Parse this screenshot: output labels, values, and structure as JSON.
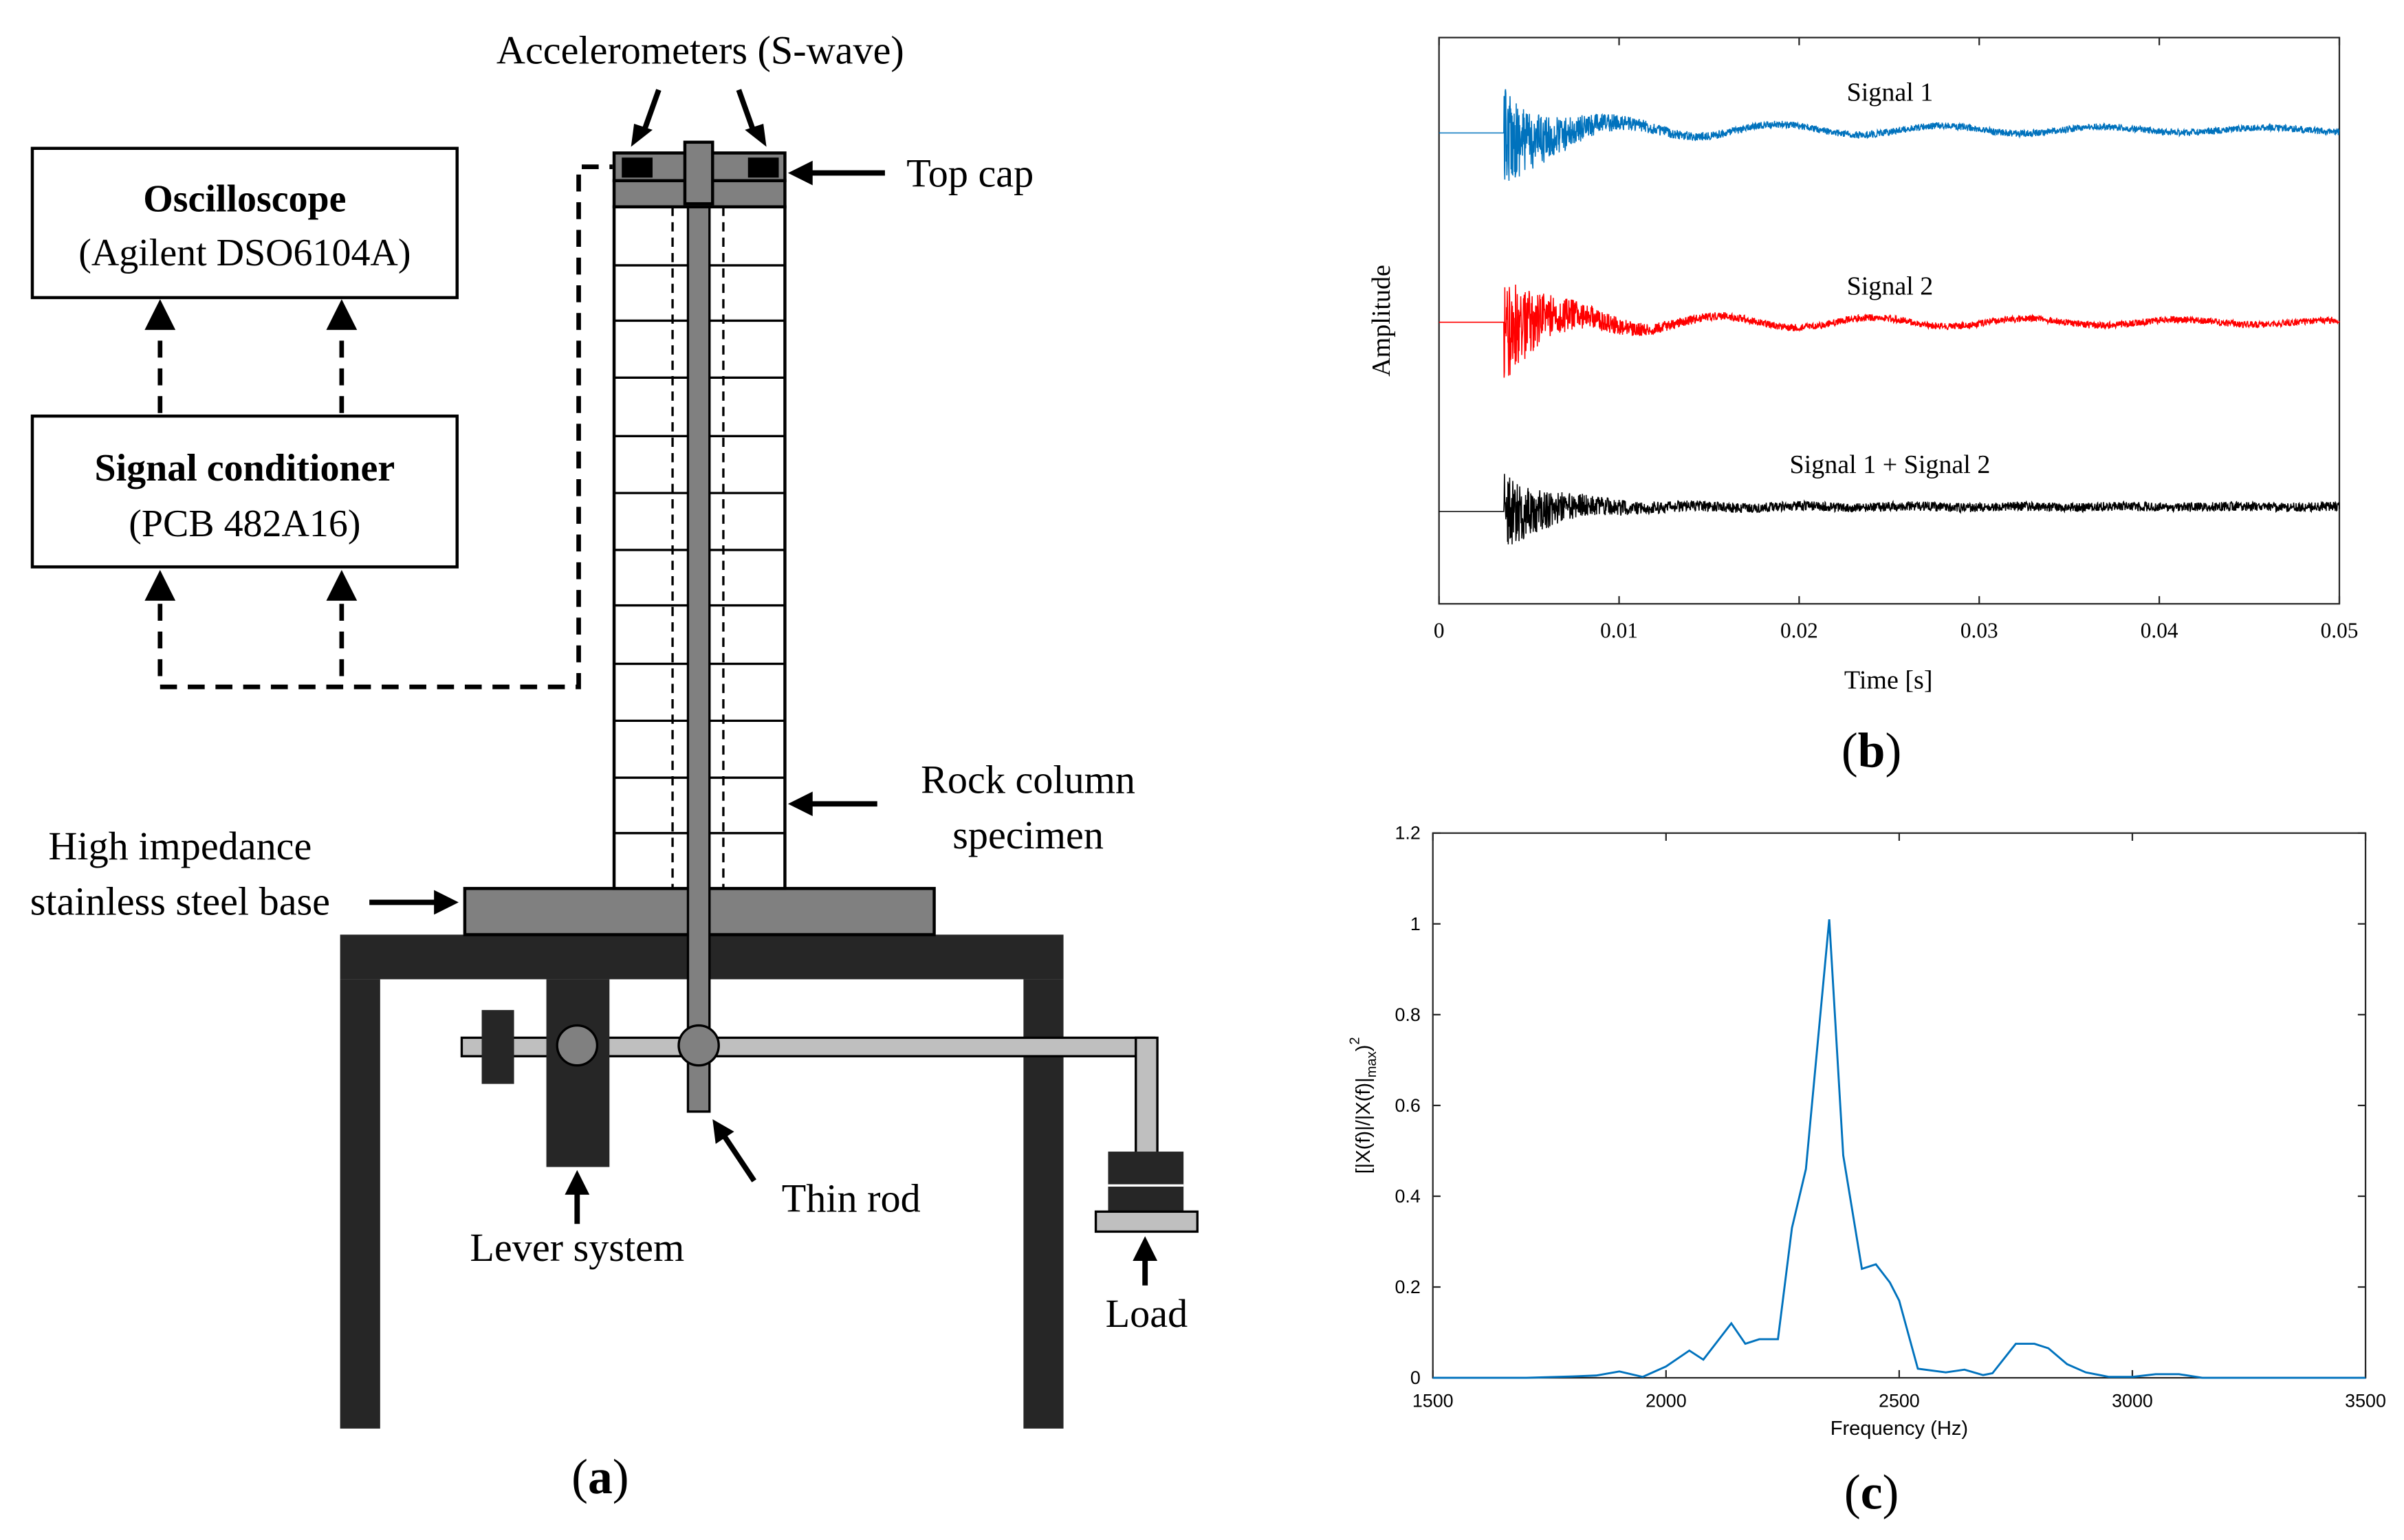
{
  "panel_a": {
    "label_open": "(",
    "label_letter": "a",
    "label_close": ")",
    "oscilloscope_title": "Oscilloscope",
    "oscilloscope_model": "(Agilent DSO6104A)",
    "conditioner_title": "Signal conditioner",
    "conditioner_model": "(PCB 482A16)",
    "accelerometers": "Accelerometers (S-wave)",
    "top_cap": "Top cap",
    "rock_column_line1": "Rock column",
    "rock_column_line2": "specimen",
    "base_line1": "High impedance",
    "base_line2": "stainless steel base",
    "lever": "Lever system",
    "thin_rod": "Thin rod",
    "load": "Load"
  },
  "panel_b": {
    "label_open": "(",
    "label_letter": "b",
    "label_close": ")",
    "ylabel": "Amplitude",
    "xlabel": "Time [s]",
    "xticks": [
      "0",
      "0.01",
      "0.02",
      "0.03",
      "0.04",
      "0.05"
    ],
    "signal1_label": "Signal 1",
    "signal2_label": "Signal 2",
    "sum_label": "Signal 1 + Signal 2"
  },
  "panel_c": {
    "label_open": "(",
    "label_letter": "c",
    "label_close": ")",
    "xlabel": "Frequency (Hz)",
    "ylabel_main": "[|X(f)|/|X(f)|",
    "ylabel_sub": "max",
    "ylabel_close": ")",
    "ylabel_sup": "2",
    "xticks": [
      "1500",
      "2000",
      "2500",
      "3000",
      "3500"
    ],
    "yticks": [
      "0",
      "0.2",
      "0.4",
      "0.6",
      "0.8",
      "1",
      "1.2"
    ]
  },
  "colors": {
    "signal1": "#0072BD",
    "signal2": "#FF0000",
    "sum": "#000000",
    "spectrum": "#0072BD",
    "frame_dark": "#262626",
    "base_gray": "#808080",
    "lever_gray": "#BFBFBF"
  },
  "chart_data": [
    {
      "type": "line",
      "panel": "b",
      "xlabel": "Time [s]",
      "ylabel": "Amplitude",
      "xlim": [
        0,
        0.05
      ],
      "onset_time": 0.0036,
      "series": [
        {
          "name": "Signal 1",
          "color": "#0072BD"
        },
        {
          "name": "Signal 2",
          "color": "#FF0000"
        },
        {
          "name": "Signal 1 + Signal 2",
          "color": "#000000"
        }
      ]
    },
    {
      "type": "line",
      "panel": "c",
      "xlabel": "Frequency (Hz)",
      "ylabel": "[|X(f)|/|X(f)|max)^2",
      "xlim": [
        1500,
        3500
      ],
      "ylim": [
        0,
        1.2
      ],
      "x": [
        1500,
        1700,
        1800,
        1850,
        1900,
        1950,
        2000,
        2050,
        2080,
        2110,
        2140,
        2170,
        2200,
        2240,
        2270,
        2300,
        2350,
        2380,
        2420,
        2450,
        2480,
        2500,
        2540,
        2600,
        2640,
        2680,
        2700,
        2750,
        2790,
        2820,
        2860,
        2900,
        2950,
        3000,
        3050,
        3100,
        3150,
        3500
      ],
      "y": [
        0,
        0,
        0.003,
        0.005,
        0.014,
        0.002,
        0.025,
        0.06,
        0.04,
        0.08,
        0.12,
        0.075,
        0.085,
        0.085,
        0.33,
        0.46,
        1.01,
        0.49,
        0.24,
        0.25,
        0.21,
        0.17,
        0.02,
        0.012,
        0.018,
        0.006,
        0.01,
        0.075,
        0.075,
        0.065,
        0.03,
        0.012,
        0.002,
        0.002,
        0.008,
        0.008,
        0,
        0
      ]
    }
  ]
}
